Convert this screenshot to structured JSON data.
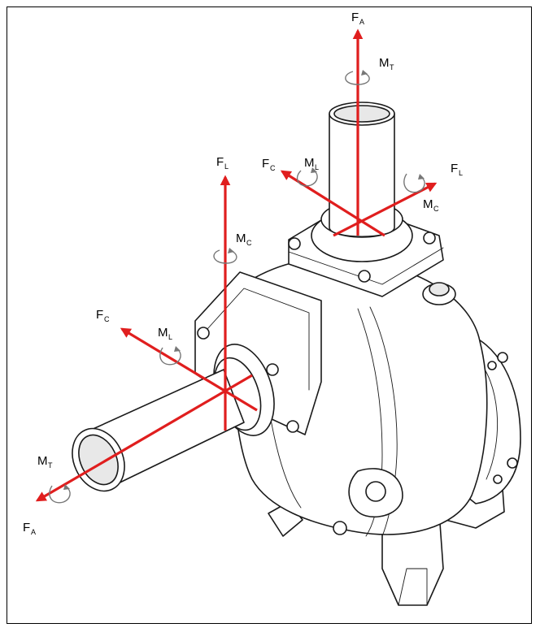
{
  "colors": {
    "axis": "#e01e1e",
    "outline": "#1a1a1a",
    "moment_arrow": "#777777",
    "frame": "#000000"
  },
  "labels": {
    "top_axial": {
      "main": "F",
      "sub": "A"
    },
    "top_torque": {
      "main": "M",
      "sub": "T"
    },
    "top_fc": {
      "main": "F",
      "sub": "C"
    },
    "top_ml": {
      "main": "M",
      "sub": "L"
    },
    "top_fl": {
      "main": "F",
      "sub": "L"
    },
    "top_mc": {
      "main": "M",
      "sub": "C"
    },
    "side_fl": {
      "main": "F",
      "sub": "L"
    },
    "side_mc": {
      "main": "M",
      "sub": "C"
    },
    "side_fc": {
      "main": "F",
      "sub": "C"
    },
    "side_ml": {
      "main": "M",
      "sub": "L"
    },
    "side_torque": {
      "main": "M",
      "sub": "T"
    },
    "side_axial": {
      "main": "F",
      "sub": "A"
    }
  }
}
